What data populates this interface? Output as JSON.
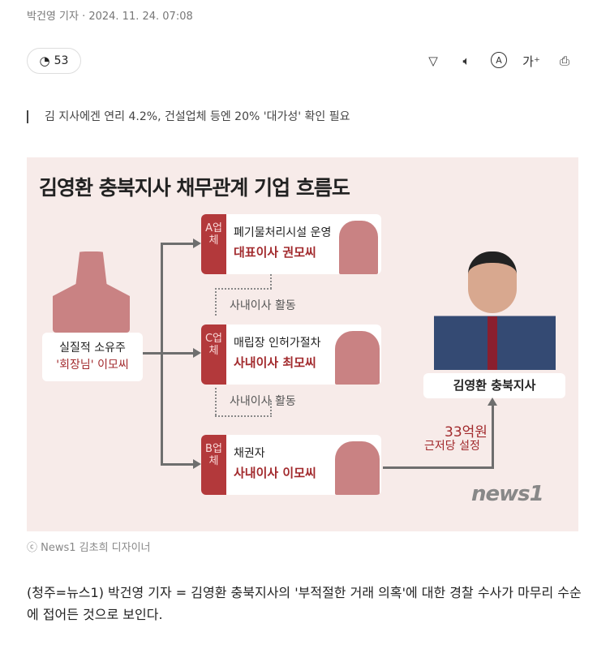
{
  "article": {
    "byline": "박건영 기자 · 2024. 11. 24. 07:08",
    "comment_count": "53",
    "subtitle": "김 지사에겐 연리 4.2%, 건설업체 등엔 20% '대가성' 확인 필요",
    "caption": "ⓒ News1 김초희 디자이너",
    "body": "(청주=뉴스1) 박건영 기자 = 김영환 충북지사의 '부적절한 거래 의혹'에 대한 경찰 수사가 마무리 수순에 접어든 것으로 보인다."
  },
  "toolbar": {
    "icons": [
      "summary-icon",
      "listen-icon",
      "translate-icon",
      "font-size-icon",
      "print-icon"
    ],
    "font_label": "가⁺"
  },
  "figure": {
    "title": "김영환 충북지사 채무관계 기업 흐름도",
    "owner": {
      "line1": "실질적 소유주",
      "line2": "'회장님' 이모씨"
    },
    "companies": [
      {
        "tag": "A업체",
        "line1": "폐기물처리시설 운영",
        "line2": "대표이사 권모씨"
      },
      {
        "tag": "C업체",
        "line1": "매립장 인허가절차",
        "line2": "사내이사 최모씨"
      },
      {
        "tag": "B업체",
        "line1": "채권자",
        "line2": "사내이사 이모씨"
      }
    ],
    "activity_label": "사내이사 활동",
    "governor": "김영환 충북지사",
    "amount": "33억원",
    "amount_note": "근저당 설정",
    "logo": "news1",
    "accent": "#b3393b"
  }
}
